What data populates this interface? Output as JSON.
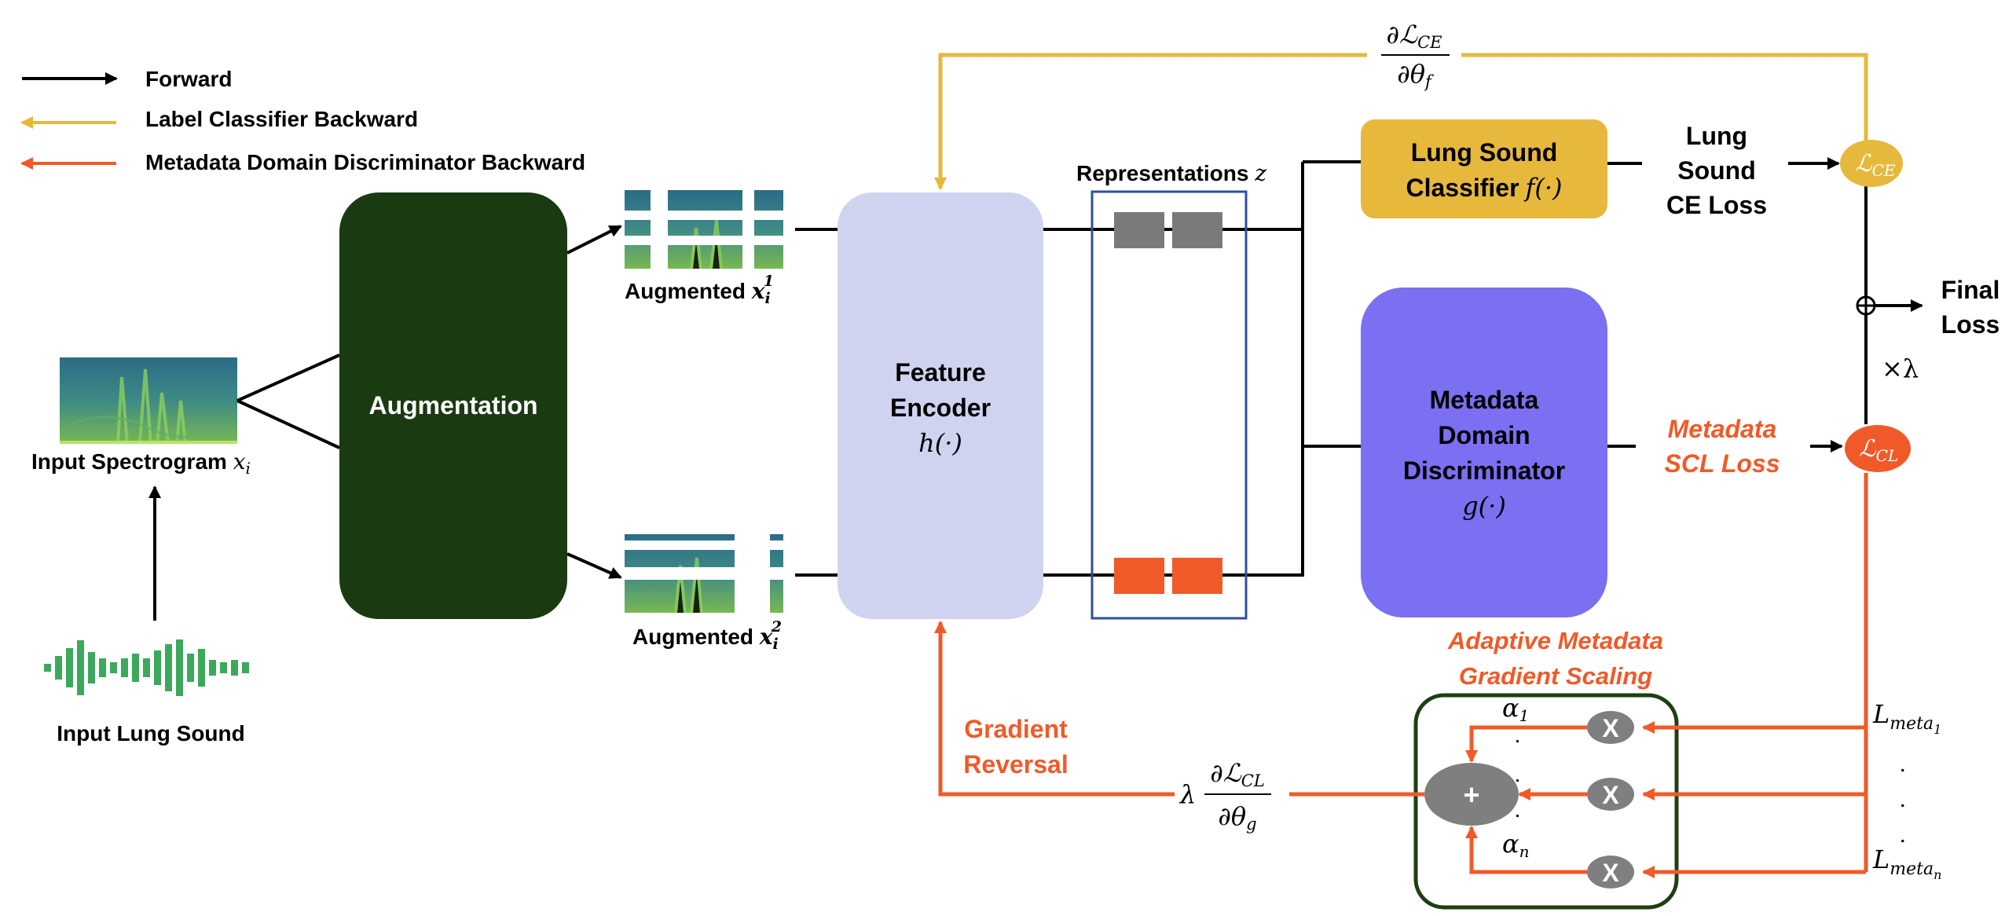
{
  "legend": {
    "forward": "Forward",
    "label_backward": "Label Classifier Backward",
    "meta_backward": "Metadata Domain Discriminator Backward"
  },
  "input": {
    "spectrogram_label": "Input Spectrogram",
    "spectrogram_var": "x",
    "spectrogram_sub": "i",
    "lung_sound_label": "Input Lung Sound"
  },
  "augmentation": {
    "label": "Augmentation"
  },
  "augmented": {
    "label": "Augmented",
    "var": "x",
    "sub": "i",
    "sup1": "1",
    "sup2": "2"
  },
  "encoder": {
    "line1": "Feature",
    "line2": "Encoder",
    "func": "h(·)"
  },
  "representations": {
    "label": "Representations",
    "var": "z"
  },
  "classifier": {
    "line1": "Lung Sound",
    "line2": "Classifier",
    "func": "f(·)"
  },
  "ce_loss_text": {
    "line1": "Lung",
    "line2": "Sound",
    "line3": "CE Loss"
  },
  "discriminator": {
    "line1": "Metadata",
    "line2": "Domain",
    "line3": "Discriminator",
    "func": "g(·)"
  },
  "scl_loss_text": {
    "line1": "Metadata",
    "line2": "SCL Loss"
  },
  "loss_nodes": {
    "ce": "ℒ",
    "ce_sub": "CE",
    "cl": "ℒ",
    "cl_sub": "CL"
  },
  "final_loss": {
    "line1": "Final",
    "line2": "Loss"
  },
  "lambda_mult": "×λ",
  "top_gradient": {
    "num": "∂ℒ",
    "num_sub": "CE",
    "den": "∂θ",
    "den_sub": "f"
  },
  "bottom_gradient": {
    "lambda": "λ",
    "num": "∂ℒ",
    "num_sub": "CL",
    "den": "∂θ",
    "den_sub": "g"
  },
  "gradient_reversal": {
    "line1": "Gradient",
    "line2": "Reversal"
  },
  "adaptive": {
    "line1": "Adaptive Metadata",
    "line2": "Gradient Scaling"
  },
  "scaling": {
    "alpha": "α",
    "alpha_sub1": "1",
    "alpha_subn": "n",
    "plus": "+",
    "times": "X",
    "meta_L": "L",
    "meta_sub": "meta",
    "meta_sub1": "1",
    "meta_subn": "n",
    "dot": "."
  },
  "colors": {
    "forward": "#000000",
    "label_backward": "#e6b83c",
    "meta_backward": "#f05a28",
    "augmentation_box": "#1a3a12",
    "encoder_box": "#cfd3f0",
    "classifier_box": "#e6b83c",
    "discriminator_box": "#7b6ff2",
    "repr_border": "#2f4f9c",
    "repr_gray": "#7a7a7a",
    "scaling_border": "#1e3f12",
    "multiplier_node": "#7f7f7f",
    "waveform": "#3ca85c"
  }
}
